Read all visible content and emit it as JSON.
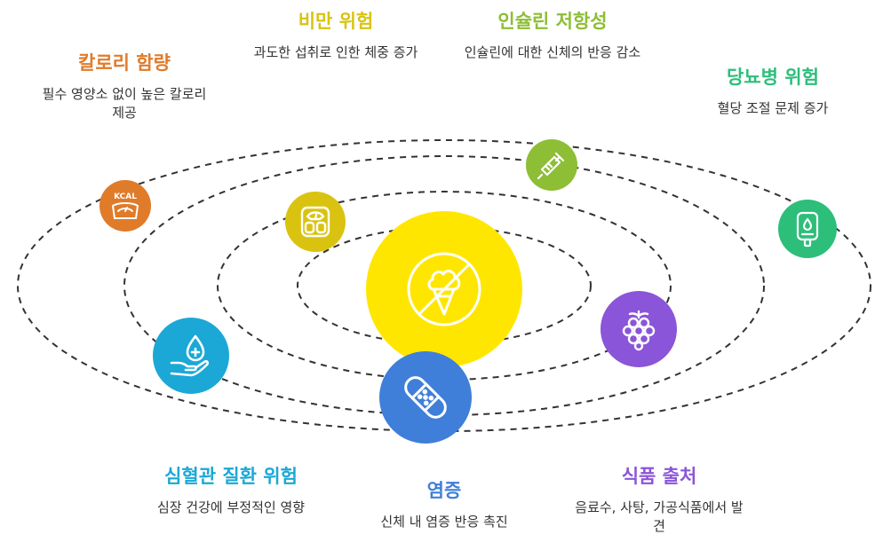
{
  "diagram": {
    "center": {
      "icon": "no-ice-cream-icon",
      "color": "#FFE600"
    },
    "nodes": [
      {
        "id": "calorie",
        "title": "칼로리 함량",
        "desc": "필수 영양소 없이 높은 칼로리 제공",
        "color": "#E07B2A",
        "icon": "kcal-scale-icon"
      },
      {
        "id": "obesity",
        "title": "비만 위험",
        "desc": "과도한 섭취로 인한 체중 증가",
        "color": "#D9C310",
        "icon": "weight-scale-icon"
      },
      {
        "id": "insulin",
        "title": "인슐린 저항성",
        "desc": "인슐린에 대한 신체의 반응 감소",
        "color": "#8DBE35",
        "icon": "syringe-icon"
      },
      {
        "id": "diabetes",
        "title": "당뇨병 위험",
        "desc": "혈당 조절 문제 증가",
        "color": "#2DBE7A",
        "icon": "glucose-meter-icon"
      },
      {
        "id": "cardio",
        "title": "심혈관 질환 위험",
        "desc": "심장 건강에 부정적인 영향",
        "color": "#1BA8D6",
        "icon": "hand-blood-drop-icon"
      },
      {
        "id": "inflammation",
        "title": "염증",
        "desc": "신체 내 염증 반응 촉진",
        "color": "#3F7FD9",
        "icon": "bandage-icon"
      },
      {
        "id": "source",
        "title": "식품 출처",
        "desc": "음료수, 사탕, 가공식품에서 발견",
        "color": "#8A55D8",
        "icon": "berry-icon"
      }
    ]
  }
}
